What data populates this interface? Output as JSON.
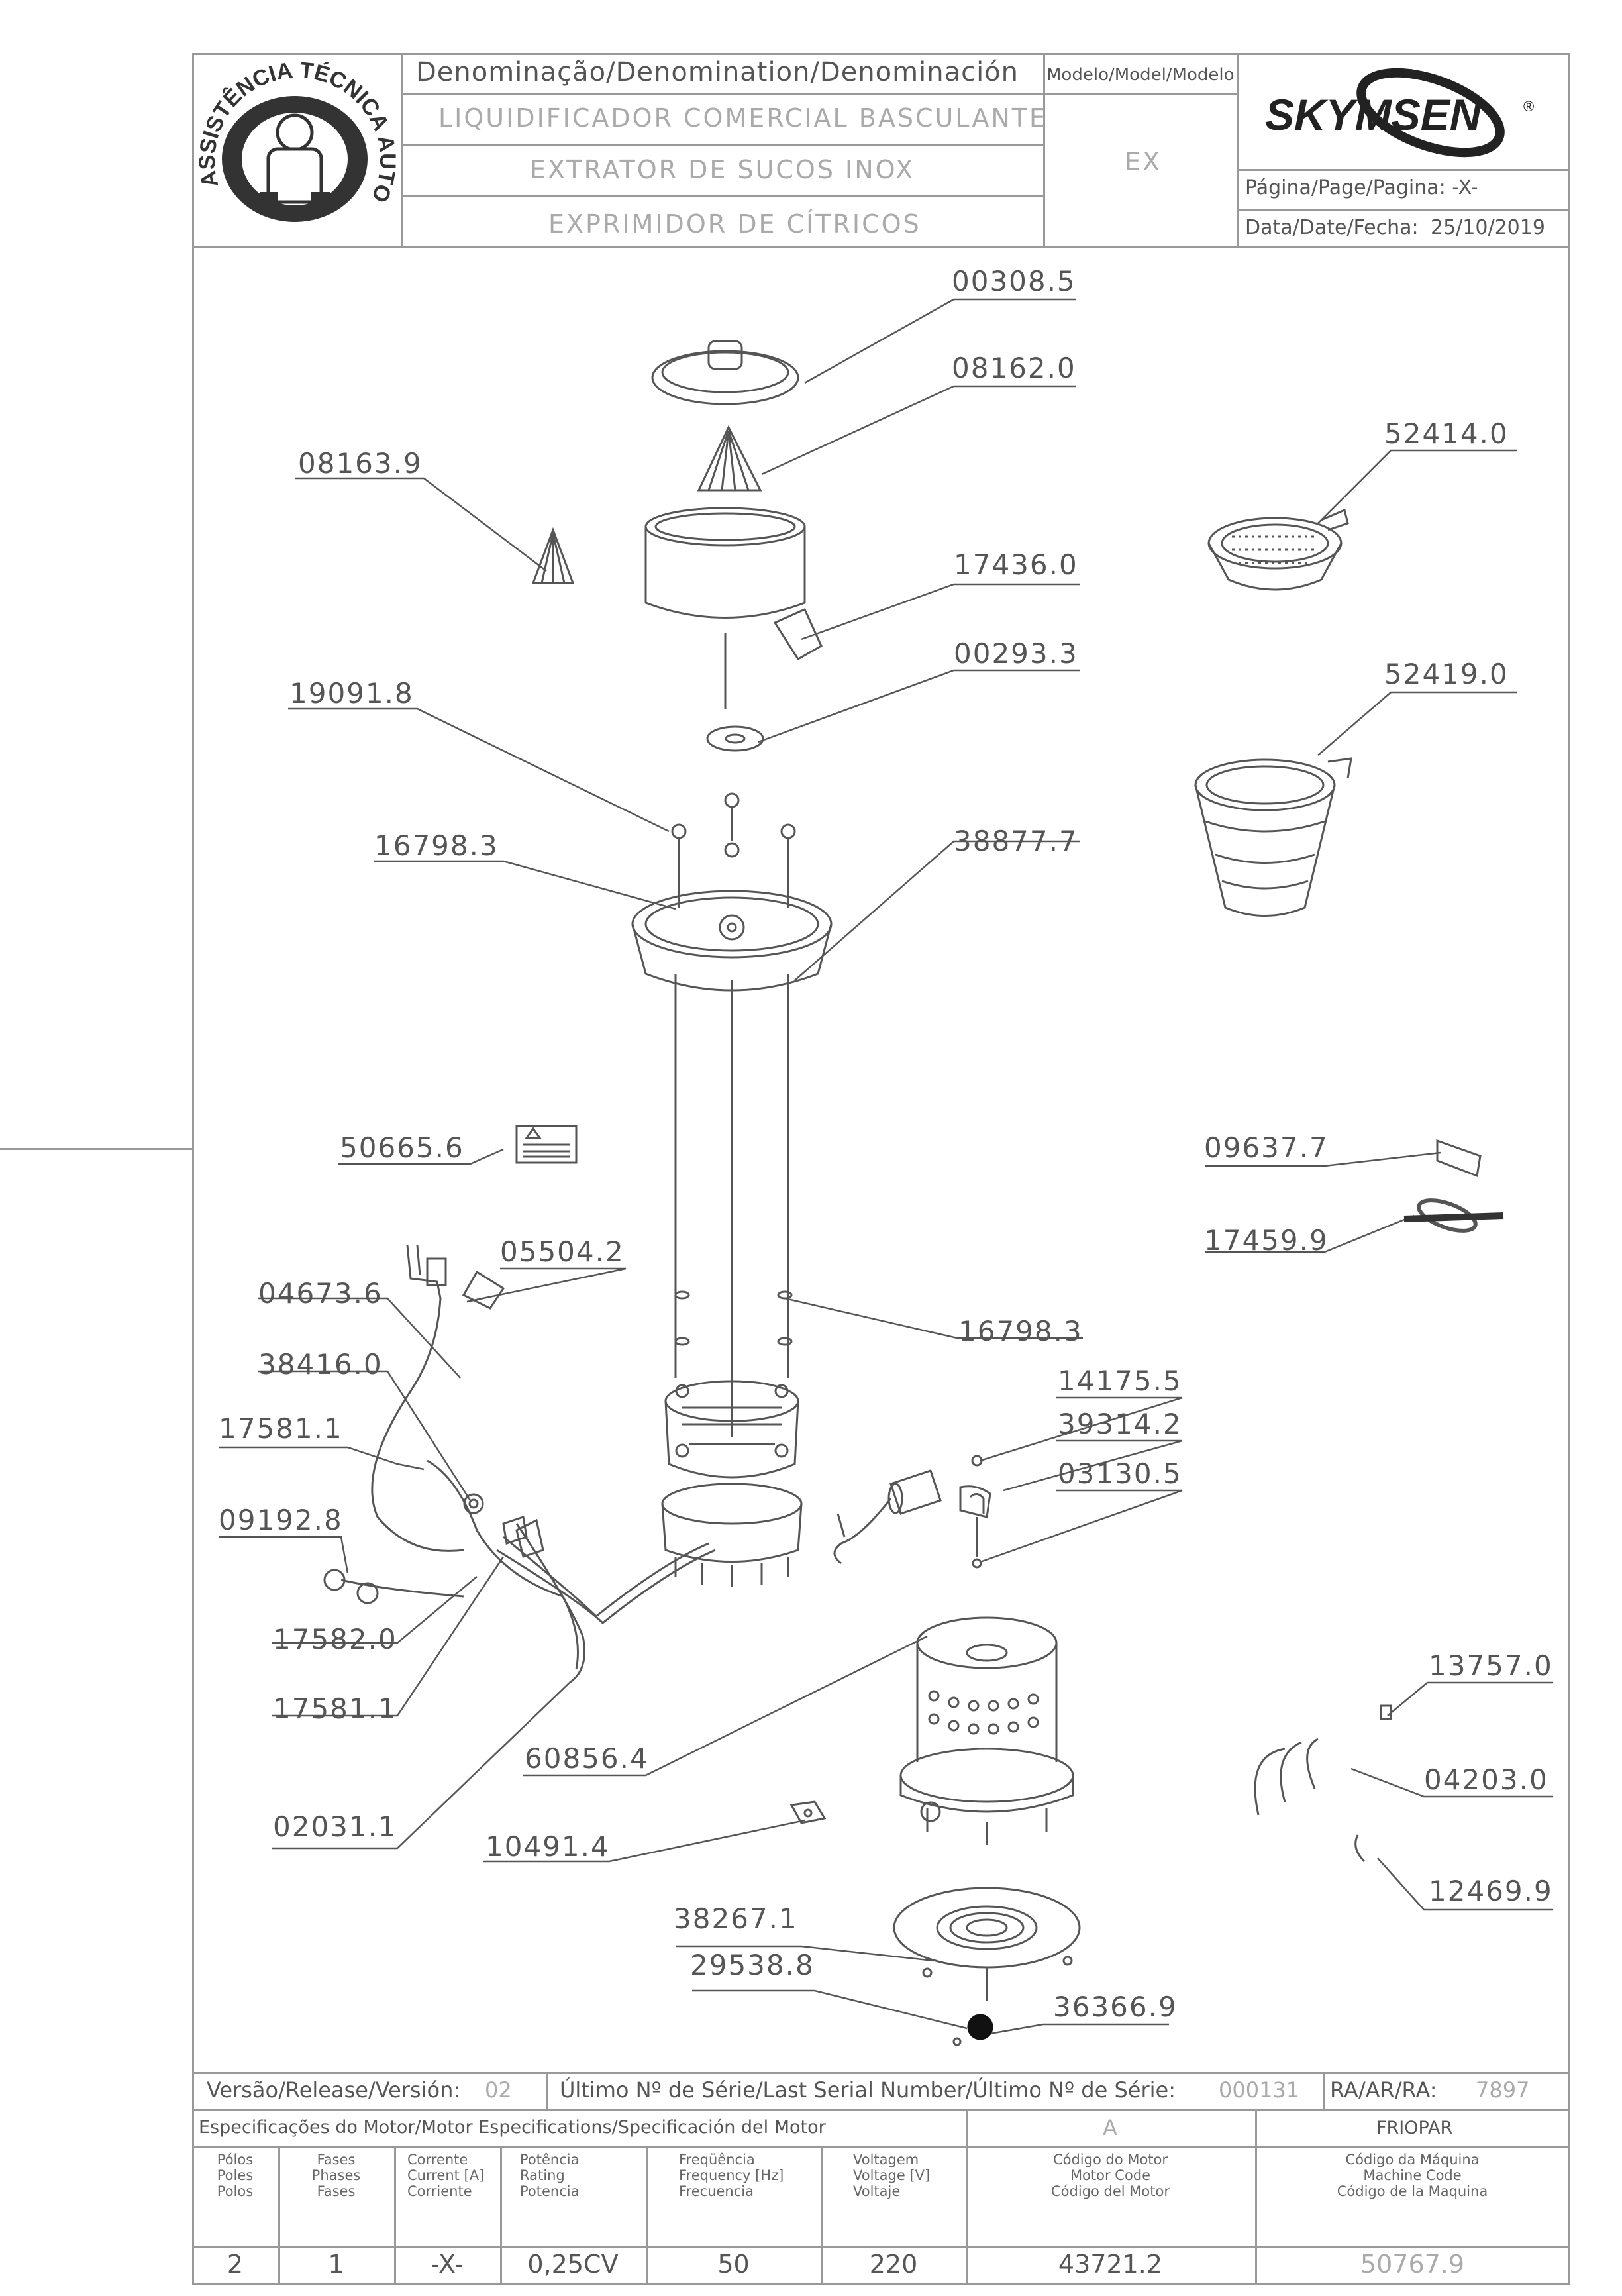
{
  "header": {
    "denomination_label": "Denominação/Denomination/Denominación",
    "model_label": "Modelo/Model/Modelo",
    "lines": [
      "LIQUIDIFICADOR COMERCIAL BASCULANTE",
      "EXTRATOR DE SUCOS INOX",
      "EXPRIMIDOR DE CÍTRICOS"
    ],
    "model_value": "EX",
    "page_label": "Página/Page/Pagina: -X-",
    "date_label": "Data/Date/Fecha:",
    "date_value": "25/10/2019",
    "seal_text": "ASSISTÊNCIA TÉCNICA AUTORIZADA"
  },
  "brand": {
    "name": "SKYMSEN",
    "registered": "®"
  },
  "callouts": [
    {
      "id": "c1",
      "code": "00308.5"
    },
    {
      "id": "c2",
      "code": "08162.0"
    },
    {
      "id": "c3",
      "code": "08163.9"
    },
    {
      "id": "c4",
      "code": "52414.0"
    },
    {
      "id": "c5",
      "code": "17436.0"
    },
    {
      "id": "c6",
      "code": "00293.3"
    },
    {
      "id": "c7",
      "code": "19091.8"
    },
    {
      "id": "c8",
      "code": "52419.0"
    },
    {
      "id": "c9",
      "code": "16798.3"
    },
    {
      "id": "c10",
      "code": "38877.7"
    },
    {
      "id": "c11",
      "code": "50665.6"
    },
    {
      "id": "c12",
      "code": "09637.7"
    },
    {
      "id": "c13",
      "code": "17459.9"
    },
    {
      "id": "c14",
      "code": "05504.2"
    },
    {
      "id": "c15",
      "code": "04673.6"
    },
    {
      "id": "c16",
      "code": "16798.3"
    },
    {
      "id": "c17",
      "code": "38416.0"
    },
    {
      "id": "c18",
      "code": "14175.5"
    },
    {
      "id": "c19",
      "code": "17581.1"
    },
    {
      "id": "c20",
      "code": "39314.2"
    },
    {
      "id": "c21",
      "code": "03130.5"
    },
    {
      "id": "c22",
      "code": "09192.8"
    },
    {
      "id": "c23",
      "code": "17582.0"
    },
    {
      "id": "c24",
      "code": "13757.0"
    },
    {
      "id": "c25",
      "code": "17581.1"
    },
    {
      "id": "c26",
      "code": "60856.4"
    },
    {
      "id": "c27",
      "code": "04203.0"
    },
    {
      "id": "c28",
      "code": "02031.1"
    },
    {
      "id": "c29",
      "code": "10491.4"
    },
    {
      "id": "c30",
      "code": "12469.9"
    },
    {
      "id": "c31",
      "code": "38267.1"
    },
    {
      "id": "c32",
      "code": "29538.8"
    },
    {
      "id": "c33",
      "code": "36366.9"
    }
  ],
  "title_block": {
    "version_label": "Versão/Release/Versión:",
    "version_value": "02",
    "serial_label": "Último Nº de Série/Last Serial Number/Último Nº de Série:",
    "serial_value": "000131",
    "ra_label": "RA/AR/RA:",
    "ra_value": "7897",
    "motor_spec_label": "Especificações do Motor/Motor Especifications/Specificación del Motor",
    "motor_spec_code": "A",
    "manufacturer": "FRIOPAR",
    "columns": [
      {
        "head": [
          "Pólos",
          "Poles",
          "Polos"
        ],
        "value": "2"
      },
      {
        "head": [
          "Fases",
          "Phases",
          "Fases"
        ],
        "value": "1"
      },
      {
        "head": [
          "Corrente",
          "Current [A]",
          "Corriente"
        ],
        "value": "-X-"
      },
      {
        "head": [
          "Potência",
          "Rating",
          "Potencia"
        ],
        "value": "0,25CV"
      },
      {
        "head": [
          "Freqüência",
          "Frequency [Hz]",
          "Frecuencia"
        ],
        "value": "50"
      },
      {
        "head": [
          "Voltagem",
          "Voltage [V]",
          "Voltaje"
        ],
        "value": "220"
      },
      {
        "head": [
          "Código do Motor",
          "Motor Code",
          "Código del Motor"
        ],
        "value": "43721.2"
      },
      {
        "head": [
          "Código da Máquina",
          "Machine Code",
          "Código de la Maquina"
        ],
        "value": "50767.9"
      }
    ]
  }
}
